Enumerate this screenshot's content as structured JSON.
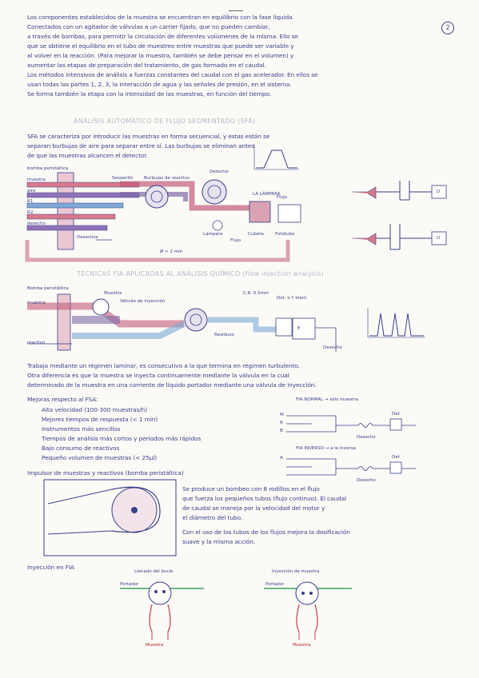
{
  "page_number": "2",
  "intro_paragraph": [
    "Los componentes establecidos de la muestra se encuentran en equilibrio con la fase líquida.",
    "Conectados con un agitador de válvulas a un carrier fijado, que no pueden cambiar,",
    "a través de bombas, para permitir la circulación de diferentes volúmenes de la misma. Ello se",
    "que se obtiene el equilibrio en el tubo de muestreo entre muestras que puede ser variable y",
    "al volver en la reacción. (Para mejorar la muestra, también se debe pensar en el volumen) y",
    "aumentar las etapas de preparación del tratamiento, de gas formado en el caudal.",
    "Los métodos intensivos de análisis a fuerzas constantes del caudal con el gas acelerador. En ellos se",
    "usan todas las partes 1, 2, 3, la interacción de agua y las señales de presión, en el sistema.",
    "Se forma también la etapa con la intensidad de las muestras, en función del tiempo."
  ],
  "section1": {
    "title": "ANÁLISIS AUTOMÁTICO DE FLUJO SEGMENTADO (SFA)",
    "text": [
      "SFA se caracteriza por introducir las muestras en forma secuencial, y estas están se",
      "separan burbujas de aire para separar entre sí. Las burbujas se eliminan antes",
      "de que las muestras alcancen el detector."
    ],
    "labels": {
      "pump": "bomba peristáltica",
      "sample_in": "muestra",
      "air": "aire",
      "reagent1": "R1",
      "reagent2": "R2",
      "waste": "desecho",
      "to_waste": "Desechos",
      "coil1": "Serpentín",
      "coil2": "Burbujas de reactivo",
      "detector": "Detector",
      "heater": "LA LÁMPARA",
      "flowcell": "Flujo",
      "lamp": "Lámpara",
      "debubbler": "Cubeta",
      "filter": "Fototubo",
      "diameter": "Ø ≈ 2 mm",
      "flow_dir": "Flujo",
      "d": "D",
      "d2": "D"
    }
  },
  "section2": {
    "title": "TÉCNICAS FIA APLICADAS AL ANÁLISIS QUÍMICO (flow injection analysis)",
    "labels": {
      "pump": "Bomba peristáltica",
      "sample_valve": "Muestra",
      "loop": "Válvula de inyección",
      "carrier": "muestra",
      "reagent": "reactivo",
      "coil": "C.R. 0.5mm",
      "detector": "Det. o f. elect.",
      "waste": "Desecho",
      "to_waste": "Residuos",
      "e": "E"
    },
    "text": [
      "Trabaja mediante un régimen laminar, es consecutivo a la que termina en régimen turbulento.",
      "Otra diferencia es que la muestra se inyecta continuamente mediante la válvula en la cual",
      "determinado de la muestra en una corriente de líquido portador mediante una válvula de inyección."
    ]
  },
  "section3": {
    "heading": "Mejoras respecto al FSA:",
    "items": [
      "Alta velocidad (100-300 muestras/h)",
      "Mejores tiempos de respuesta (< 1 min)",
      "Instrumentos más sencillos",
      "Tiempos de análisis más cortos y períodos más rápidos",
      "Bajo consumo de reactivos",
      "Pequeño volumen de muestras (< 25μl)"
    ],
    "diagram1_title": "FIA NORMAL → sólo muestra",
    "diagram2_title": "FIA INVERSO → a la inversa",
    "d_labels": {
      "m": "M",
      "r": "R",
      "b": "B",
      "det": "Det",
      "desecho": "Desecho",
      "a": "A"
    }
  },
  "section4": {
    "heading": "Impulsor de muestras y reactivos (bomba peristáltica)",
    "text": [
      "Se produce un bombeo con 8 rodillos en el flujo",
      "que fuerza los pequeños tubos (flujo continuo). El caudal",
      "de caudal se maneja por la velocidad del motor y",
      "el diámetro del tubo.",
      "Con el uso de los tubos de los flujos mejora la dosificación",
      "suave y la misma acción."
    ]
  },
  "section5": {
    "heading": "Inyección en FIA",
    "left_title": "Llenado del bucle",
    "right_title": "Inyección de muestra",
    "left_in": "Portador",
    "right_in": "Portador",
    "left_out": "Muestra",
    "right_out": "Muestra"
  }
}
